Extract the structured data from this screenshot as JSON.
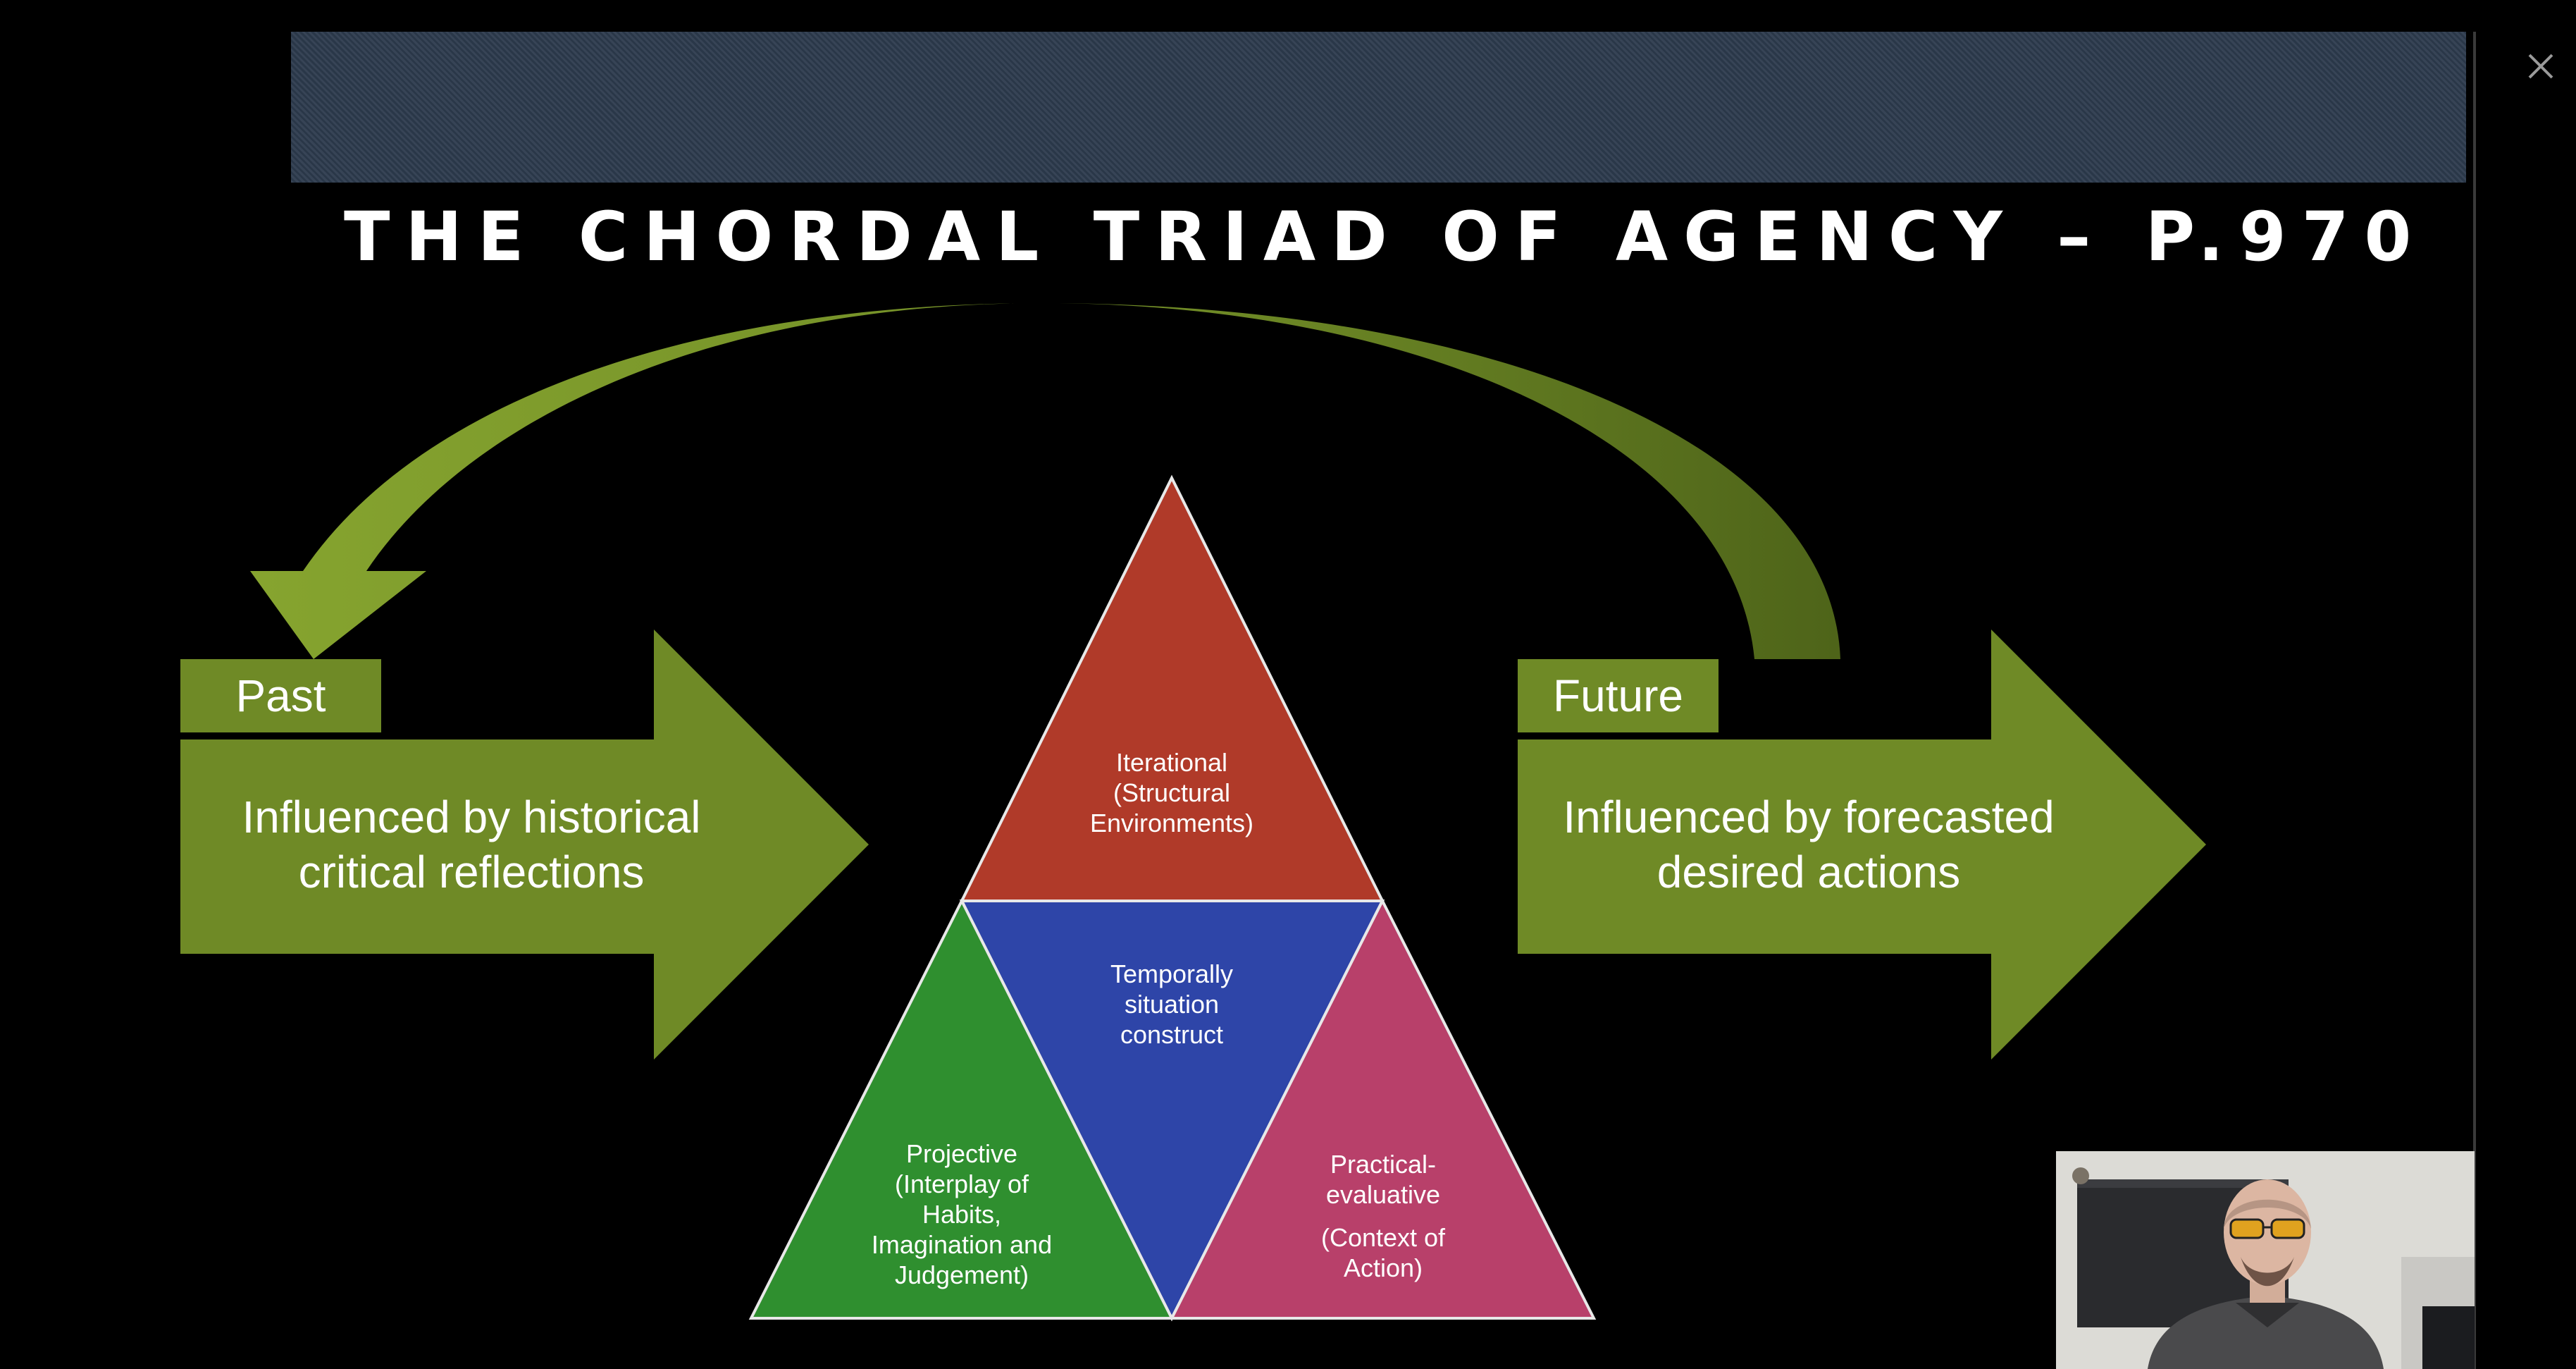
{
  "slide": {
    "title": "THE CHORDAL TRIAD OF AGENCY – P.970",
    "past": {
      "tag": "Past",
      "line1": "Influenced by historical",
      "line2": "critical reflections"
    },
    "future": {
      "tag": "Future",
      "line1": "Influenced by forecasted",
      "line2": "desired actions"
    },
    "triangle": {
      "top": [
        "Iterational",
        "(Structural",
        "Environments)"
      ],
      "center": [
        "Temporally",
        "situation",
        "construct"
      ],
      "left": [
        "Projective",
        "(Interplay of",
        "Habits,",
        "Imagination and",
        "Judgement)"
      ],
      "right": [
        "Practical-",
        "evaluative",
        "(Context of",
        "Action)"
      ]
    }
  },
  "viewer": {
    "close_icon": "close-icon",
    "presenter_video": "presenter-video-thumbnail"
  },
  "colors": {
    "background": "#000000",
    "green": "#6f8a26",
    "red": "#b03a29",
    "blue": "#2e45a8",
    "leaf_green": "#2f8f2f",
    "pink": "#b8406a",
    "banner": "#2c3a4d"
  }
}
